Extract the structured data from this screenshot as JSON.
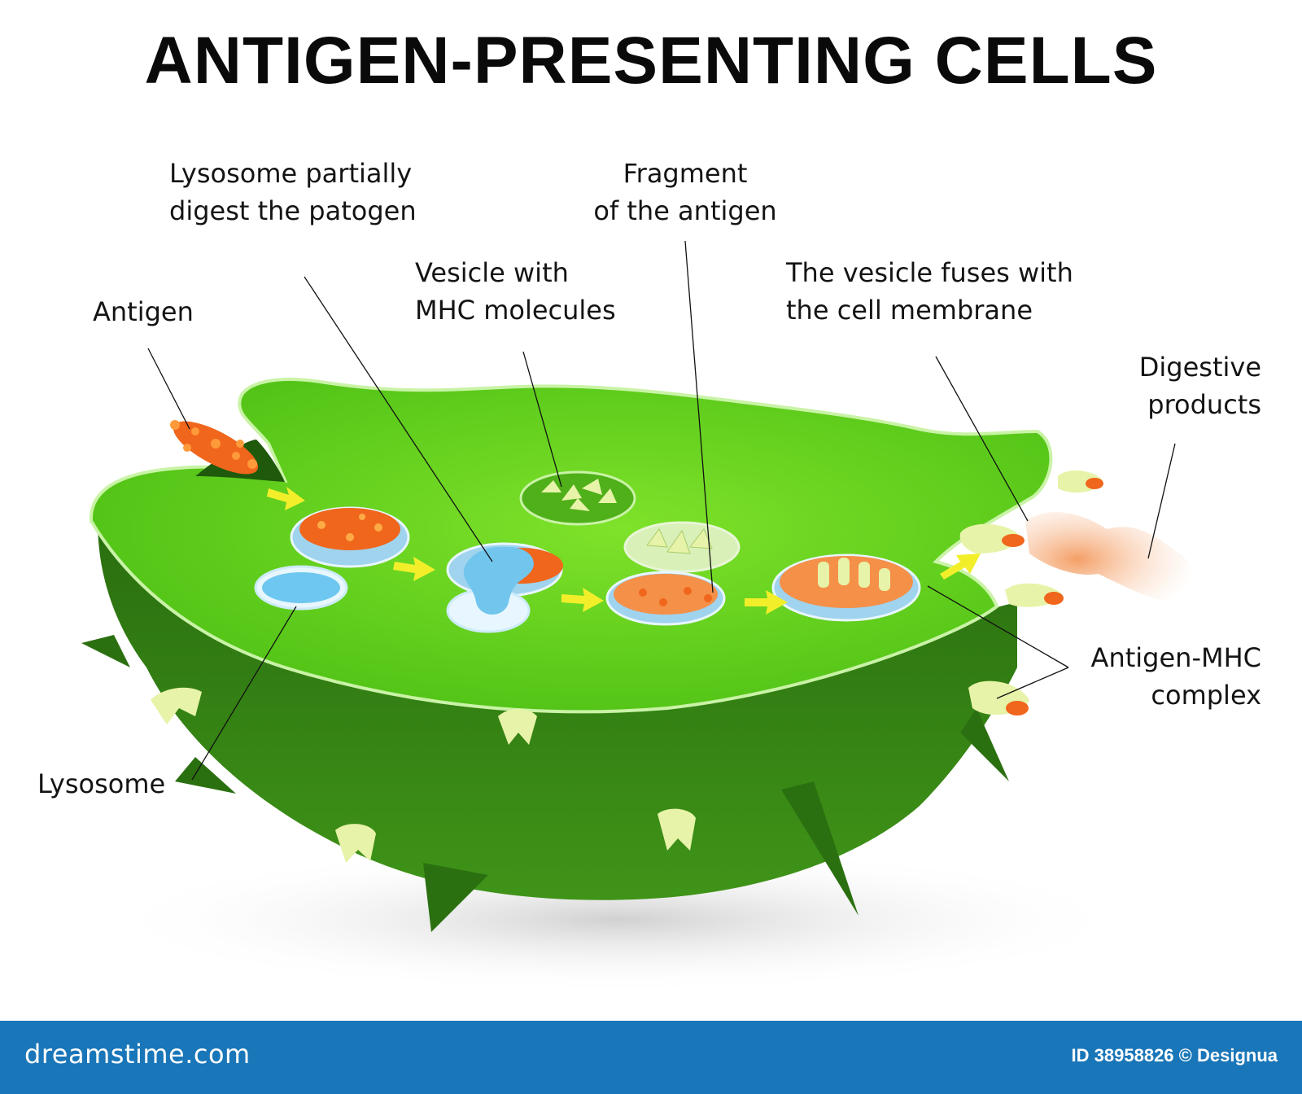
{
  "title": "ANTIGEN-PRESENTING CELLS",
  "labels": {
    "lysosome_digest": [
      "Lysosome partially",
      "digest the patogen"
    ],
    "fragment": [
      "Fragment",
      "of the antigen"
    ],
    "vesicle_mhc": [
      "Vesicle with",
      "MHC molecules"
    ],
    "vesicle_fuses": [
      "The vesicle fuses with",
      "the cell  membrane"
    ],
    "antigen": "Antigen",
    "digestive": [
      "Digestive",
      "products"
    ],
    "antigen_mhc": [
      "Antigen-MHC",
      "complex"
    ],
    "lysosome": "Lysosome"
  },
  "footer": {
    "brand": "dreamstime.com",
    "credit": "ID 38958826 © Designua"
  },
  "colors": {
    "cell_top": "#5fd11a",
    "cell_side": "#2f7a12",
    "cell_outline": "#c9f3a6",
    "antigen": "#f0661c",
    "lysosome": "#6ec7f0",
    "mhc": "#e7f3a8",
    "arrow": "#f2ef2a",
    "footer": "#1976b8"
  }
}
